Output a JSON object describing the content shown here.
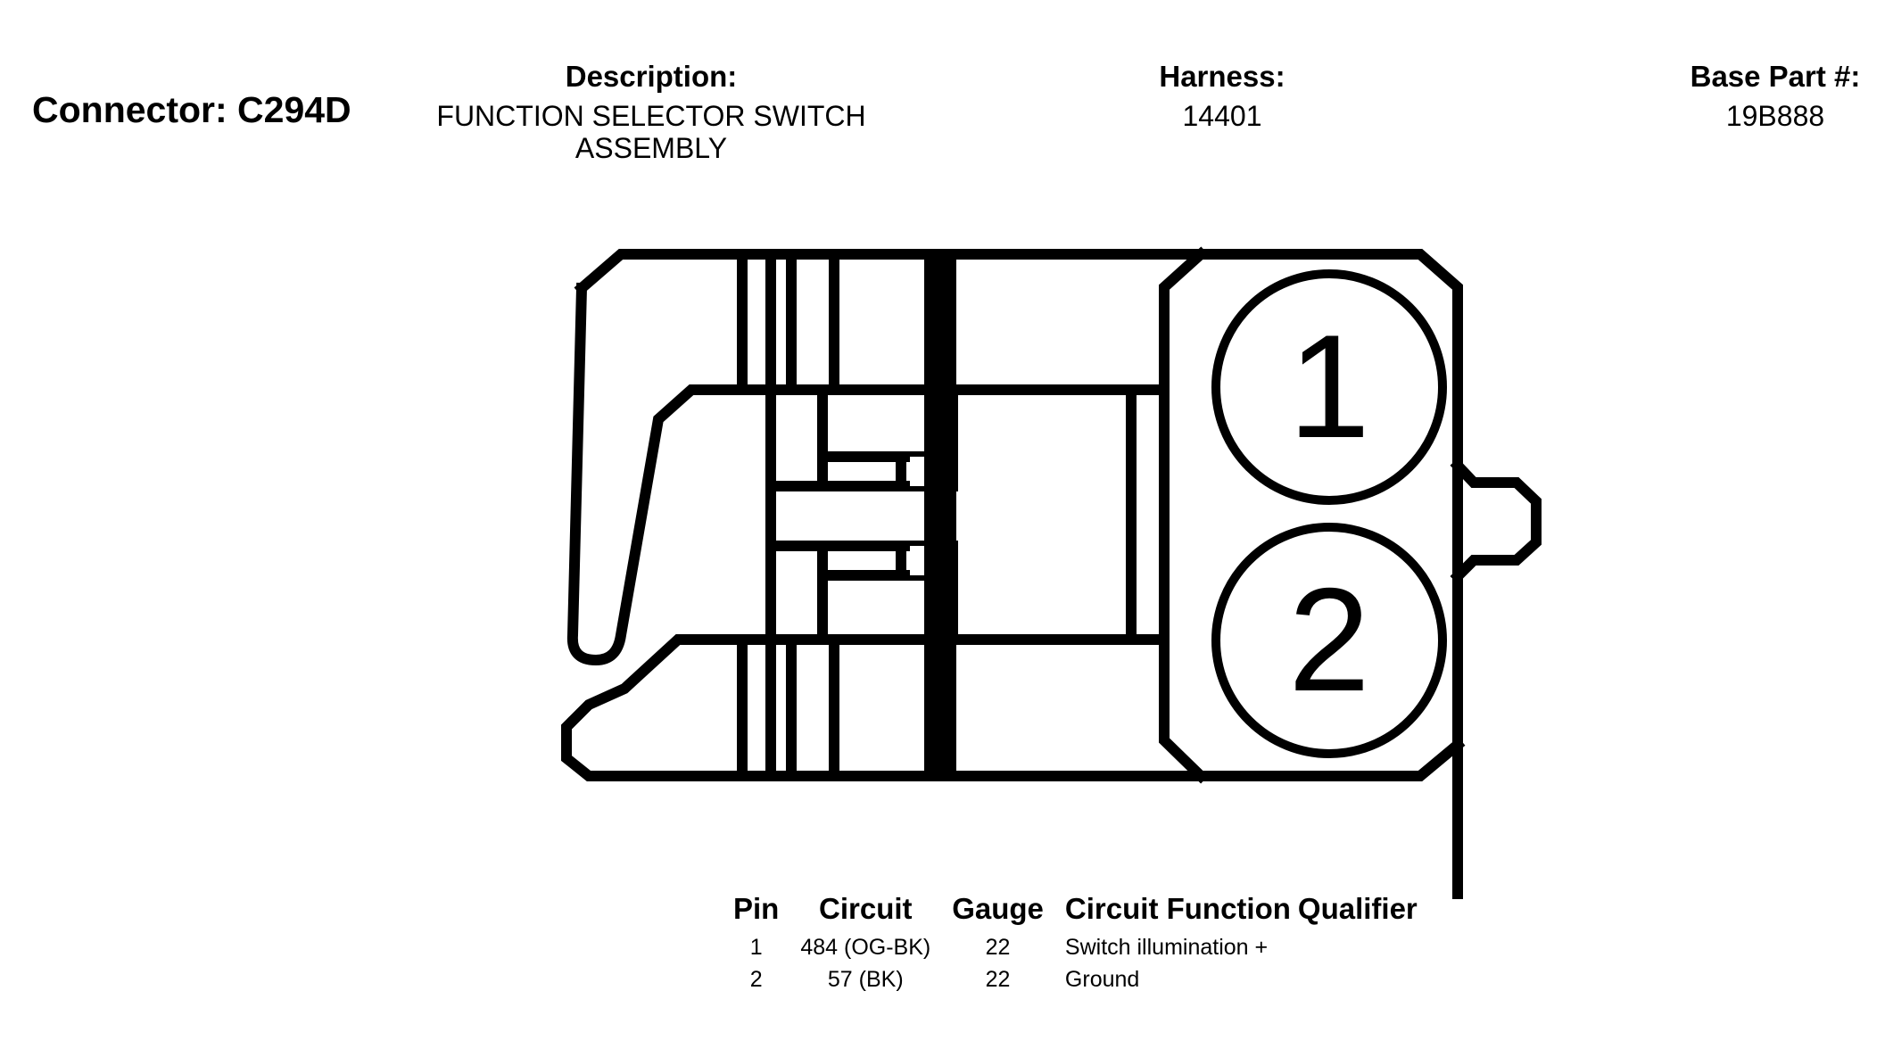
{
  "connector": {
    "title": "Connector: C294D"
  },
  "description": {
    "label": "Description:",
    "line1": "FUNCTION SELECTOR SWITCH",
    "line2": "ASSEMBLY"
  },
  "harness": {
    "label": "Harness:",
    "value": "14401"
  },
  "base_part": {
    "label": "Base Part #:",
    "value": "19B888"
  },
  "diagram": {
    "pin_labels": [
      "1",
      "2"
    ],
    "line_color": "#000000"
  },
  "pin_table": {
    "headers": [
      "Pin",
      "Circuit",
      "Gauge",
      "Circuit Function",
      "Qualifier"
    ],
    "rows": [
      {
        "pin": "1",
        "circuit": "484 (OG-BK)",
        "gauge": "22",
        "function": "Switch illumination +",
        "qualifier": ""
      },
      {
        "pin": "2",
        "circuit": "57 (BK)",
        "gauge": "22",
        "function": "Ground",
        "qualifier": ""
      }
    ]
  }
}
